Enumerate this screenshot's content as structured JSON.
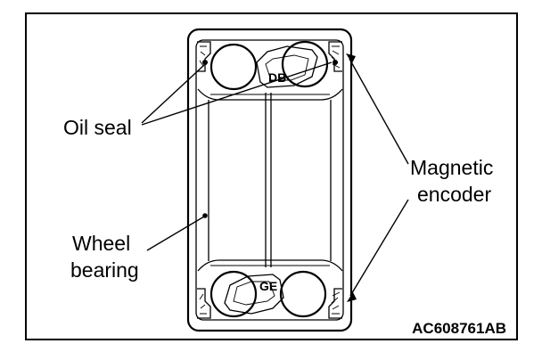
{
  "labels": {
    "oil_seal": "Oil seal",
    "magnetic_line1": "Magnetic",
    "magnetic_line2": "encoder",
    "wheel_line1": "Wheel",
    "wheel_line2": "bearing",
    "figure_code": "AC608761AB"
  },
  "colors": {
    "line": "#000000",
    "background": "#ffffff"
  }
}
